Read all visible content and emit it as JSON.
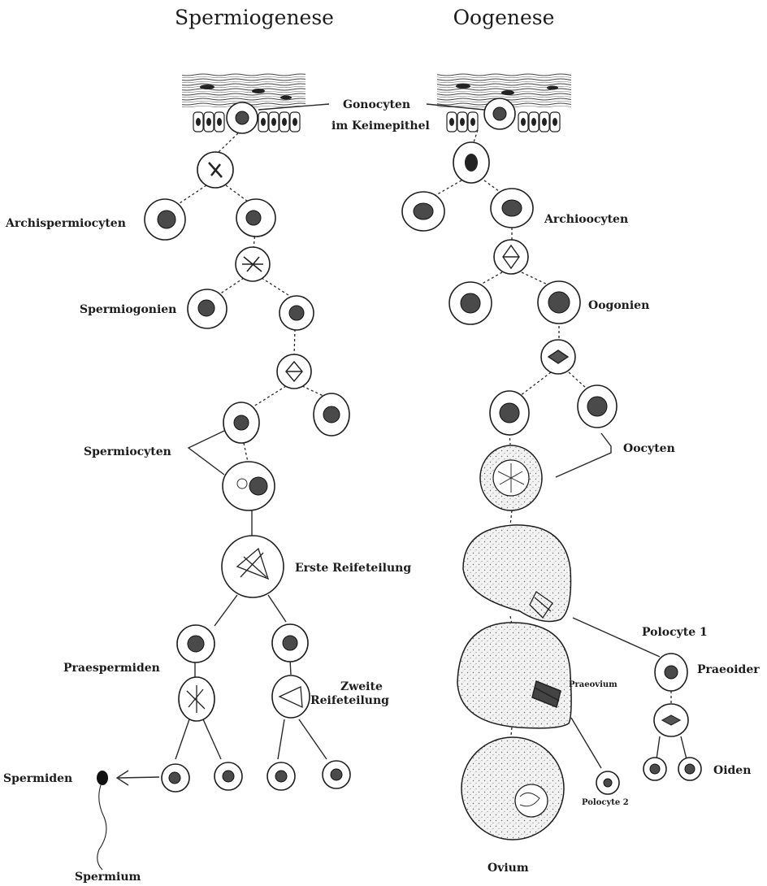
{
  "titles": {
    "left": "Spermiogenese",
    "right": "Oogenese"
  },
  "labels": {
    "gonocyten_line1": "Gonocyten",
    "gonocyten_line2": "im Keimepithel",
    "archispermiocyten": "Archispermiocyten",
    "archioocyten": "Archioocyten",
    "spermiogonien": "Spermiogonien",
    "oogonien": "Oogonien",
    "spermiocyten": "Spermiocyten",
    "oocyten": "Oocyten",
    "erste_reifeteilung": "Erste Reifeteilung",
    "polocyte1": "Polocyte 1",
    "praespermiden": "Praespermiden",
    "zweite_line1": "Zweite",
    "zweite_line2": "Reifeteilung",
    "praeovium": "Praeovium",
    "praeoider": "Praeoider",
    "spermiden": "Spermiden",
    "oiden": "Oiden",
    "polocyte2": "Polocyte 2",
    "spermium": "Spermium",
    "ovium": "Ovium"
  }
}
